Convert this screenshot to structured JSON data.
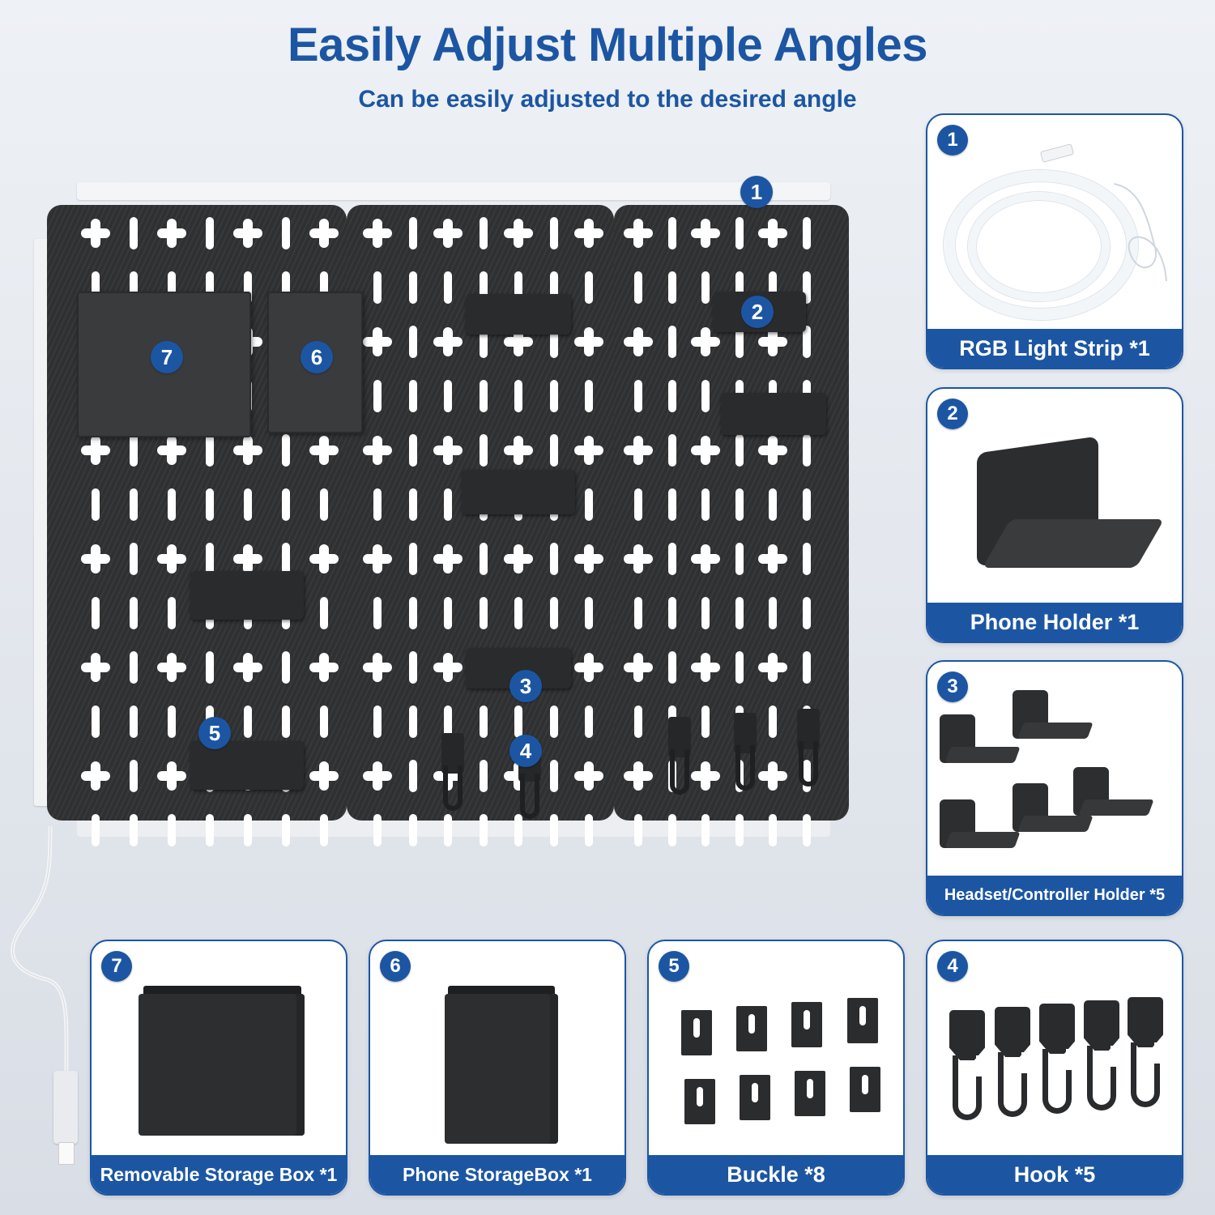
{
  "header": {
    "title": "Easily Adjust Multiple Angles",
    "subtitle": "Can be easily adjusted to the desired angle"
  },
  "colors": {
    "accent": "#1c56a3",
    "background": "#e4e8ee",
    "board": "#2f3032"
  },
  "board_callouts": [
    {
      "number": "1",
      "target": "rgb-light-strip"
    },
    {
      "number": "2",
      "target": "phone-holder"
    },
    {
      "number": "3",
      "target": "headset-controller-holder"
    },
    {
      "number": "4",
      "target": "hook"
    },
    {
      "number": "5",
      "target": "buckle"
    },
    {
      "number": "6",
      "target": "phone-storage-box"
    },
    {
      "number": "7",
      "target": "removable-storage-box"
    }
  ],
  "items": [
    {
      "number": "1",
      "label": "RGB Light Strip *1",
      "icon": "light-strip-icon"
    },
    {
      "number": "2",
      "label": "Phone Holder *1",
      "icon": "phone-holder-icon"
    },
    {
      "number": "3",
      "label": "Headset/Controller Holder  *5",
      "icon": "headset-holder-icon"
    },
    {
      "number": "4",
      "label": "Hook *5",
      "icon": "hook-icon"
    },
    {
      "number": "5",
      "label": "Buckle *8",
      "icon": "buckle-icon"
    },
    {
      "number": "6",
      "label": "Phone StorageBox *1",
      "icon": "storage-box-icon"
    },
    {
      "number": "7",
      "label": "Removable Storage Box *1",
      "icon": "storage-box-icon"
    }
  ]
}
